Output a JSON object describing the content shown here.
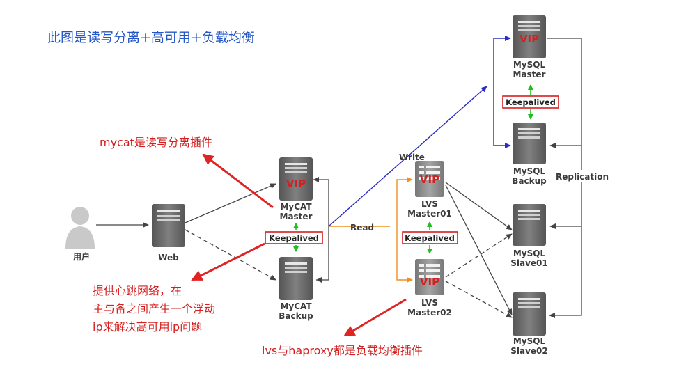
{
  "title": "此图是读写分离+高可用+负载均衡",
  "nodes": {
    "user": "用户",
    "web": "Web",
    "mycat_master": [
      "MyCAT",
      "Master"
    ],
    "mycat_backup": [
      "MyCAT",
      "Backup"
    ],
    "lvs_master": [
      "LVS",
      "Master01"
    ],
    "lvs_backup": [
      "LVS",
      "Master02"
    ],
    "mysql_master": [
      "MySQL",
      "Master"
    ],
    "mysql_backup": [
      "MySQL",
      "Backup"
    ],
    "mysql_slave1": [
      "MySQL",
      "Slave01"
    ],
    "mysql_slave2": [
      "MySQL",
      "Slave02"
    ]
  },
  "vip": "VIP",
  "keepalived": "Keepalived",
  "edges": {
    "write": "Write",
    "read": "Read",
    "replication": "Replication"
  },
  "notes": {
    "mycat": "mycat是读写分离插件",
    "keepalived": [
      "提供心跳网络，在",
      "主与备之间产生一个浮动",
      "ip来解决高可用ip问题"
    ],
    "lvs": "lvs与haproxy都是负载均衡插件"
  },
  "colors": {
    "write_edge": "#2b2bc4",
    "read_edge": "#f0901e",
    "heartbeat": "#1fbf1f",
    "highlight_box": "#d42020",
    "server": "#6b6b6b"
  }
}
